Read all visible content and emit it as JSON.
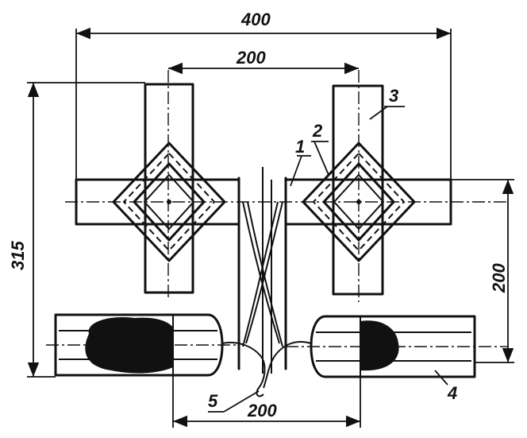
{
  "dimensions": {
    "overall_width": "400",
    "frame_spacing": "200",
    "overall_height": "315",
    "bracket_height": "200",
    "float_spacing": "200"
  },
  "callouts": {
    "c1": "1",
    "c2": "2",
    "c3": "3",
    "c4": "4",
    "c5": "5"
  }
}
